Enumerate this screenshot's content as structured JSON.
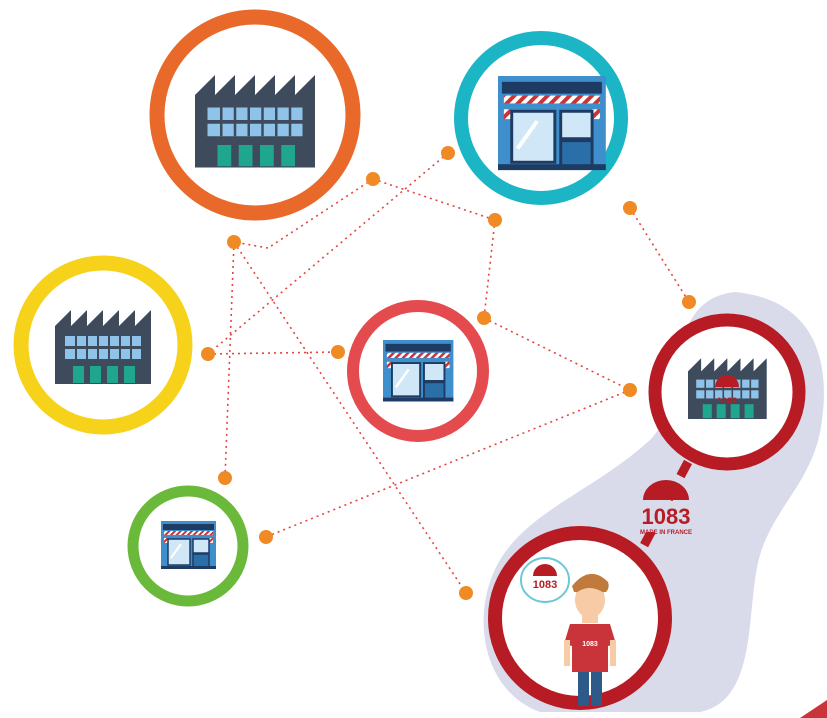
{
  "diagram": {
    "nodes": [
      {
        "id": "factory-top",
        "kind": "factory",
        "ring_color": "#E8692A"
      },
      {
        "id": "shop-top",
        "kind": "shop",
        "ring_color": "#1BB5C6"
      },
      {
        "id": "factory-left",
        "kind": "factory",
        "ring_color": "#F6D21B"
      },
      {
        "id": "shop-middle",
        "kind": "shop",
        "ring_color": "#E44B4F"
      },
      {
        "id": "shop-small",
        "kind": "shop",
        "ring_color": "#6BB93B"
      },
      {
        "id": "factory-1083",
        "kind": "factory",
        "ring_color": "#B71C24"
      },
      {
        "id": "customer",
        "kind": "person",
        "ring_color": "#B71C24"
      }
    ],
    "connector_color": "#F08A24",
    "highlight_band_color": "#D9DAEA"
  },
  "brand": {
    "name": "1083",
    "tagline": "MADE IN FRANCE",
    "color": "#B71C24"
  }
}
